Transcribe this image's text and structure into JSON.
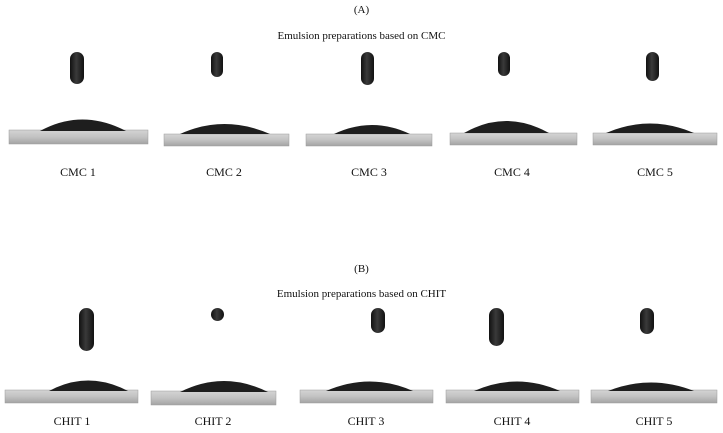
{
  "panels": [
    {
      "letter": "(A)",
      "title": "Emulsion preparations based on CMC",
      "samples": [
        {
          "label": "CMC 1"
        },
        {
          "label": "CMC 2"
        },
        {
          "label": "CMC 3"
        },
        {
          "label": "CMC 4"
        },
        {
          "label": "CMC 5"
        }
      ]
    },
    {
      "letter": "(B)",
      "title": "Emulsion preparations based on CHIT",
      "samples": [
        {
          "label": "CHIT 1"
        },
        {
          "label": "CHIT 2"
        },
        {
          "label": "CHIT 3"
        },
        {
          "label": "CHIT 4"
        },
        {
          "label": "CHIT 5"
        }
      ]
    }
  ],
  "colors": {
    "background": "#ffffff",
    "substrate_top": "#cfcfcf",
    "substrate_bottom": "#a9a9a9",
    "droplet": "#1f1f1f",
    "needle": "#222222"
  }
}
